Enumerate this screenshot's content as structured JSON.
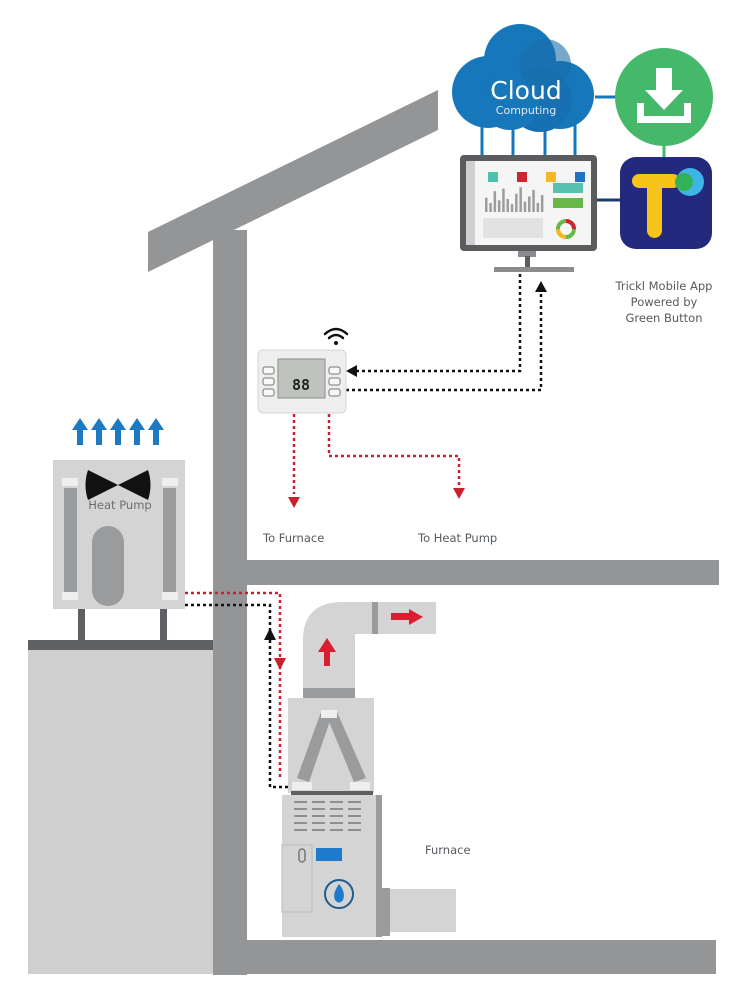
{
  "title": "Smart thermostat, heat pump and furnace connected to cloud computing and the Trickl mobile app",
  "colors": {
    "structure": "#939597",
    "structure_dark": "#5e6063",
    "equipment": "#d4d4d4",
    "cloud": "#1777bb",
    "green_button": "#45b86a",
    "app_bg": "#232a7e",
    "app_yellow": "#f6c518",
    "app_cyan": "#3fb4e6",
    "control_line": "#cc1f2e",
    "data_line": "#111111",
    "airflow_arrow": "#1d7ac2",
    "text": "#555a5e"
  },
  "cloud": {
    "title": "Cloud",
    "subtitle": "Computing",
    "icon": "cloud-icon"
  },
  "green_button": {
    "icon": "download-icon"
  },
  "dashboard": {
    "icon": "monitor-icon",
    "legend_colors": [
      "#4fbfae",
      "#cc2431",
      "#f5b823",
      "#1f74c4"
    ],
    "bar_values": [
      0.55,
      0.35,
      0.8,
      0.45,
      0.9,
      0.5,
      0.3,
      0.7,
      0.95,
      0.4,
      0.6,
      0.85,
      0.35,
      0.65
    ]
  },
  "app": {
    "icon": "trickl-app-icon",
    "caption_lines": [
      "Trickl Mobile App",
      "Powered by",
      "Green Button"
    ]
  },
  "thermostat": {
    "icon": "thermostat-icon",
    "wifi_icon": "wifi-icon",
    "display_value": "88"
  },
  "labels": {
    "to_furnace": "To Furnace",
    "to_heat_pump": "To Heat Pump",
    "heat_pump": "Heat Pump",
    "furnace": "Furnace"
  }
}
